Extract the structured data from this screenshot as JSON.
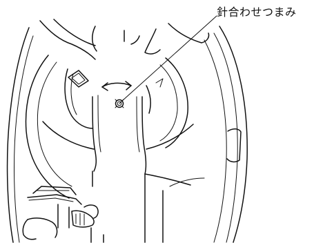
{
  "callout": {
    "label": "針合わせつまみ",
    "target": "needle-adjust-knob"
  },
  "colors": {
    "line": "#111111",
    "background": "#ffffff"
  },
  "icons": {
    "rotation_indicator": "double-headed-curved-arrow",
    "knob": "knurled-knob"
  }
}
